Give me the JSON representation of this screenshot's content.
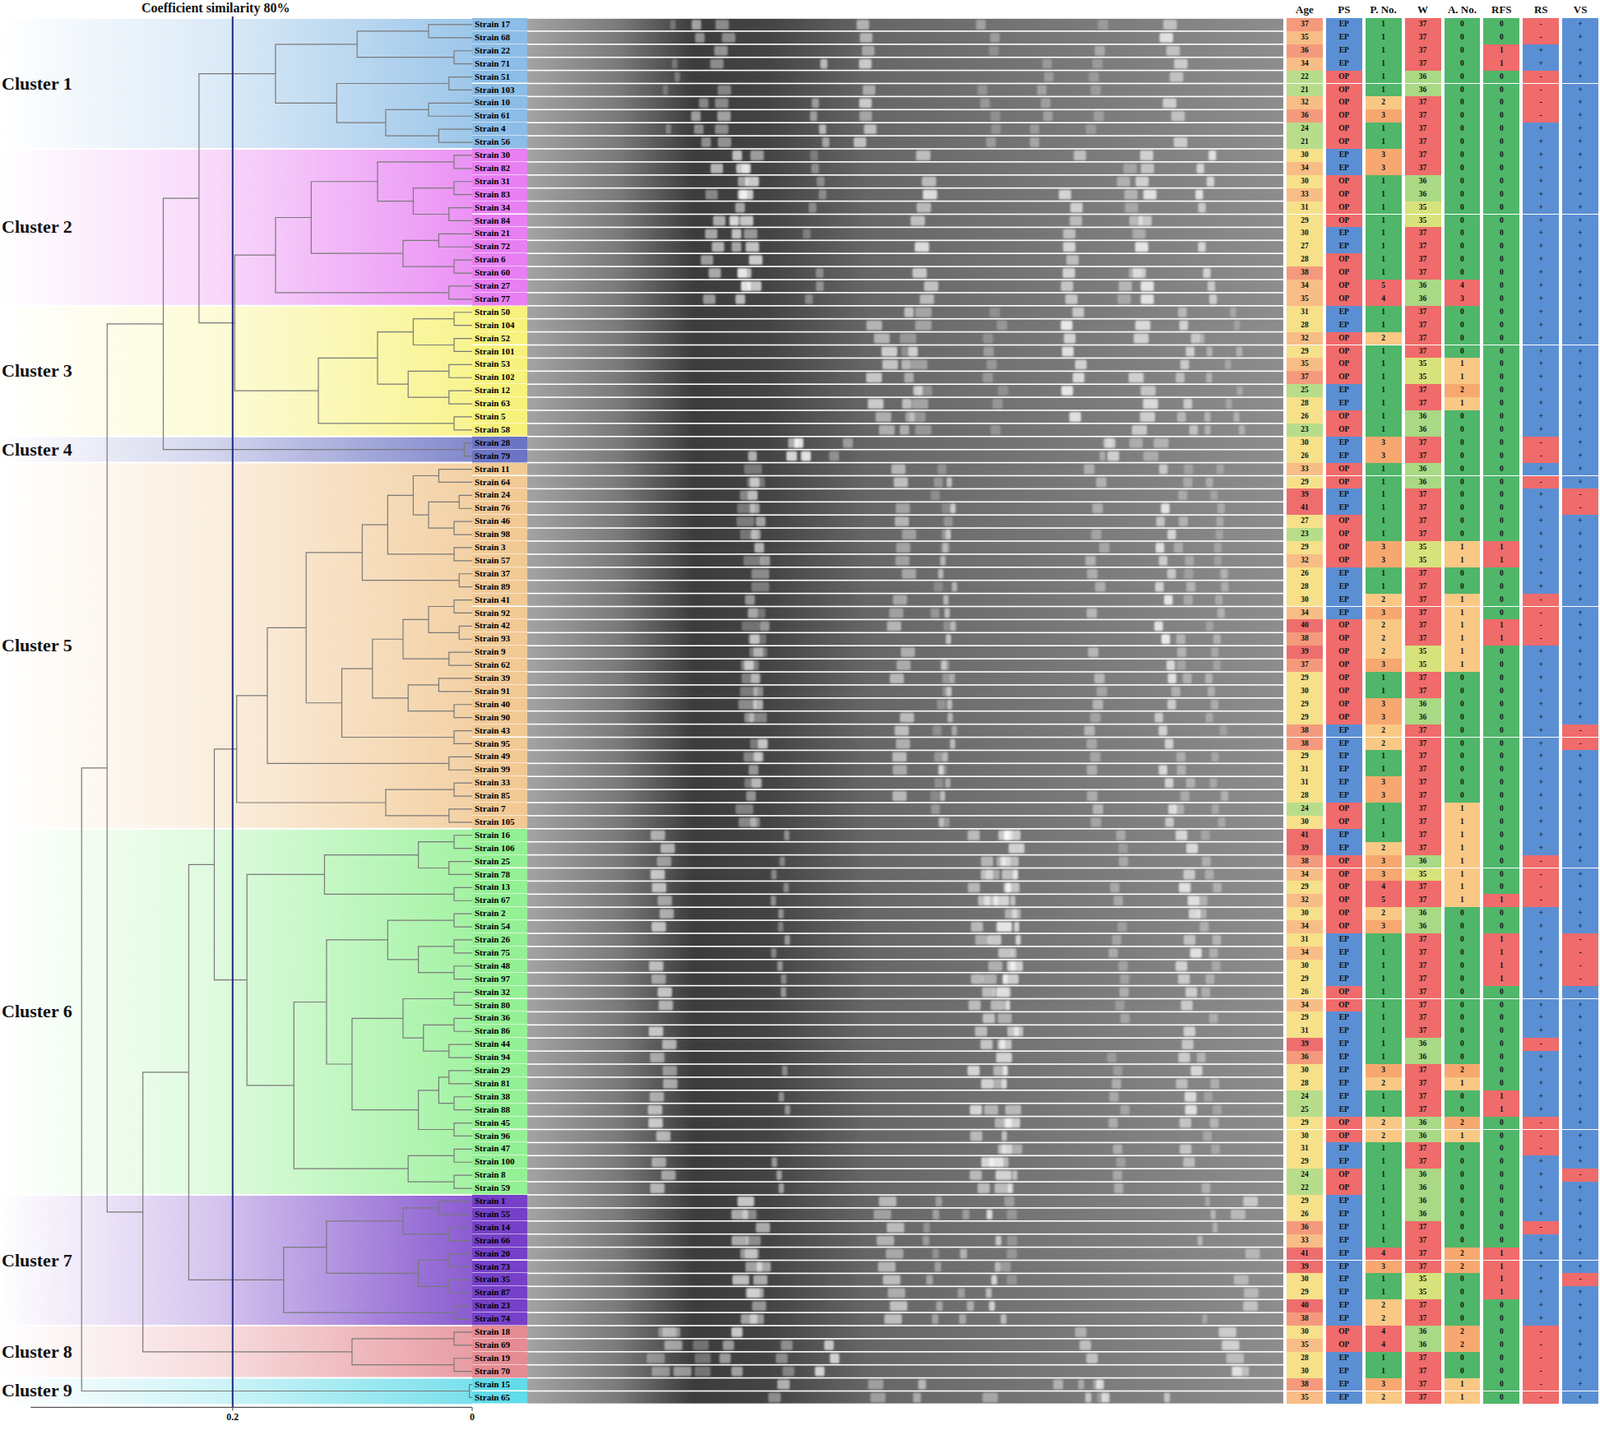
{
  "diagram": {
    "nodes": [
      {
        "text": [
          "Cluster 1"
        ]
      },
      {
        "text": [
          "Cluster 2"
        ]
      },
      {
        "text": [
          "Cluster 3"
        ]
      },
      {
        "text": [
          "Cluster 4"
        ]
      },
      {
        "text": [
          "Cluster 5"
        ]
      },
      {
        "text": [
          "Cluster 6"
        ]
      },
      {
        "text": [
          "Cluster 7"
        ]
      },
      {
        "text": [
          "Cluster 8"
        ]
      },
      {
        "text": [
          "Cluster 9"
        ]
      }
    ],
    "labels": [
      "Coefficient similarity 80%",
      "Age",
      "PS",
      "P. No.",
      "W",
      "A. No.",
      "RFS",
      "RS",
      "VS",
      "Strain 17",
      "37",
      "EP",
      "1",
      "37",
      "0",
      "0",
      "-",
      "+",
      "Strain 68",
      "35",
      "EP",
      "1",
      "37",
      "0",
      "0",
      "-",
      "+",
      "Strain 22",
      "36",
      "EP",
      "1",
      "37",
      "0",
      "1",
      "+",
      "+",
      "Strain 71",
      "34",
      "EP",
      "1",
      "37",
      "0",
      "1",
      "+",
      "+",
      "Strain 51",
      "22",
      "OP",
      "1",
      "36",
      "0",
      "0",
      "-",
      "+",
      "Strain 103",
      "21",
      "OP",
      "1",
      "36",
      "0",
      "0",
      "-",
      "+",
      "Strain 10",
      "32",
      "OP",
      "2",
      "37",
      "0",
      "0",
      "-",
      "+",
      "Strain 61",
      "36",
      "OP",
      "3",
      "37",
      "0",
      "0",
      "-",
      "+",
      "Strain 4",
      "24",
      "OP",
      "1",
      "37",
      "0",
      "0",
      "+",
      "+",
      "Strain 56",
      "21",
      "OP",
      "1",
      "37",
      "0",
      "0",
      "+",
      "+",
      "Strain 30",
      "30",
      "EP",
      "3",
      "37",
      "0",
      "0",
      "+",
      "+",
      "Strain 82",
      "34",
      "EP",
      "3",
      "37",
      "0",
      "0",
      "+",
      "+",
      "Strain 31",
      "30",
      "OP",
      "1",
      "36",
      "0",
      "0",
      "+",
      "+",
      "Strain 83",
      "33",
      "OP",
      "1",
      "36",
      "0",
      "0",
      "+",
      "+",
      "Strain 34",
      "31",
      "OP",
      "1",
      "35",
      "0",
      "0",
      "+",
      "+",
      "Strain 84",
      "29",
      "OP",
      "1",
      "35",
      "0",
      "0",
      "+",
      "+",
      "Strain 21",
      "30",
      "EP",
      "1",
      "37",
      "0",
      "0",
      "+",
      "+",
      "Strain 72",
      "27",
      "EP",
      "1",
      "37",
      "0",
      "0",
      "+",
      "+",
      "Strain 6",
      "28",
      "OP",
      "1",
      "37",
      "0",
      "0",
      "+",
      "+",
      "Strain 60",
      "38",
      "OP",
      "1",
      "37",
      "0",
      "0",
      "+",
      "+",
      "Strain 27",
      "34",
      "OP",
      "5",
      "36",
      "4",
      "0",
      "+",
      "+",
      "Strain 77",
      "35",
      "OP",
      "4",
      "36",
      "3",
      "0",
      "+",
      "+",
      "Strain 50",
      "31",
      "EP",
      "1",
      "37",
      "0",
      "0",
      "+",
      "+",
      "Strain 104",
      "28",
      "EP",
      "1",
      "37",
      "0",
      "0",
      "+",
      "+",
      "Strain 52",
      "32",
      "OP",
      "2",
      "37",
      "0",
      "0",
      "+",
      "+",
      "Strain 101",
      "29",
      "OP",
      "1",
      "37",
      "0",
      "0",
      "+",
      "+",
      "Strain 53",
      "35",
      "OP",
      "1",
      "35",
      "1",
      "0",
      "+",
      "+",
      "Strain 102",
      "37",
      "OP",
      "1",
      "35",
      "1",
      "0",
      "+",
      "+",
      "Strain 12",
      "25",
      "EP",
      "1",
      "37",
      "2",
      "0",
      "+",
      "+",
      "Strain 63",
      "28",
      "EP",
      "1",
      "37",
      "1",
      "0",
      "+",
      "+",
      "Strain 5",
      "26",
      "OP",
      "1",
      "36",
      "0",
      "0",
      "+",
      "+",
      "Strain 58",
      "23",
      "OP",
      "1",
      "36",
      "0",
      "0",
      "+",
      "+",
      "Strain 28",
      "30",
      "EP",
      "3",
      "37",
      "0",
      "0",
      "-",
      "+",
      "Strain 79",
      "26",
      "EP",
      "3",
      "37",
      "0",
      "0",
      "-",
      "+",
      "Strain 11",
      "33",
      "OP",
      "1",
      "36",
      "0",
      "0",
      "+",
      "+",
      "Strain 64",
      "29",
      "OP",
      "1",
      "36",
      "0",
      "0",
      "-",
      "+",
      "Strain 24",
      "39",
      "EP",
      "1",
      "37",
      "0",
      "0",
      "+",
      "-",
      "Strain 76",
      "41",
      "EP",
      "1",
      "37",
      "0",
      "0",
      "+",
      "-",
      "Strain 46",
      "27",
      "OP",
      "1",
      "37",
      "0",
      "0",
      "+",
      "+",
      "Strain 98",
      "23",
      "OP",
      "1",
      "37",
      "0",
      "0",
      "+",
      "+",
      "Strain 3",
      "29",
      "OP",
      "3",
      "35",
      "1",
      "1",
      "+",
      "+",
      "Strain 57",
      "32",
      "OP",
      "3",
      "35",
      "1",
      "1",
      "+",
      "+",
      "Strain 37",
      "26",
      "EP",
      "1",
      "37",
      "0",
      "0",
      "+",
      "+",
      "Strain 89",
      "28",
      "EP",
      "1",
      "37",
      "0",
      "0",
      "+",
      "+",
      "Strain 41",
      "30",
      "EP",
      "2",
      "37",
      "1",
      "0",
      "-",
      "+",
      "Strain 92",
      "34",
      "EP",
      "3",
      "37",
      "1",
      "0",
      "-",
      "+",
      "Strain 42",
      "40",
      "OP",
      "2",
      "37",
      "1",
      "1",
      "-",
      "+",
      "Strain 93",
      "38",
      "OP",
      "2",
      "37",
      "1",
      "1",
      "-",
      "+",
      "Strain 9",
      "39",
      "OP",
      "2",
      "35",
      "1",
      "0",
      "+",
      "+",
      "Strain 62",
      "37",
      "OP",
      "3",
      "35",
      "1",
      "0",
      "+",
      "+",
      "Strain 39",
      "29",
      "OP",
      "1",
      "37",
      "0",
      "0",
      "+",
      "+",
      "Strain 91",
      "30",
      "OP",
      "1",
      "37",
      "0",
      "0",
      "+",
      "+",
      "Strain 40",
      "29",
      "OP",
      "3",
      "36",
      "0",
      "0",
      "+",
      "+",
      "Strain 90",
      "29",
      "OP",
      "3",
      "36",
      "0",
      "0",
      "+",
      "+",
      "Strain 43",
      "38",
      "EP",
      "2",
      "37",
      "0",
      "0",
      "+",
      "-",
      "Strain 95",
      "38",
      "EP",
      "2",
      "37",
      "0",
      "0",
      "+",
      "-",
      "Strain 49",
      "29",
      "EP",
      "1",
      "37",
      "0",
      "0",
      "+",
      "+",
      "Strain 99",
      "31",
      "EP",
      "1",
      "37",
      "0",
      "0",
      "+",
      "+",
      "Strain 33",
      "31",
      "EP",
      "3",
      "37",
      "0",
      "0",
      "+",
      "+",
      "Strain 85",
      "28",
      "EP",
      "3",
      "37",
      "0",
      "0",
      "+",
      "+",
      "Strain 7",
      "24",
      "OP",
      "1",
      "37",
      "1",
      "0",
      "+",
      "+",
      "Strain 105",
      "30",
      "OP",
      "1",
      "37",
      "1",
      "0",
      "+",
      "+",
      "Strain 16",
      "41",
      "EP",
      "1",
      "37",
      "1",
      "0",
      "+",
      "+",
      "Strain 106",
      "39",
      "EP",
      "2",
      "37",
      "1",
      "0",
      "+",
      "+",
      "Strain 25",
      "38",
      "OP",
      "3",
      "36",
      "1",
      "0",
      "-",
      "+",
      "Strain 78",
      "34",
      "OP",
      "3",
      "35",
      "1",
      "0",
      "-",
      "+",
      "Strain 13",
      "29",
      "OP",
      "4",
      "37",
      "1",
      "0",
      "-",
      "+",
      "Strain 67",
      "32",
      "OP",
      "5",
      "37",
      "1",
      "1",
      "-",
      "+",
      "Strain 2",
      "30",
      "OP",
      "2",
      "36",
      "0",
      "0",
      "+",
      "+",
      "Strain 54",
      "34",
      "OP",
      "3",
      "36",
      "0",
      "0",
      "+",
      "+",
      "Strain 26",
      "31",
      "EP",
      "1",
      "37",
      "0",
      "1",
      "+",
      "-",
      "Strain 75",
      "34",
      "EP",
      "1",
      "37",
      "0",
      "1",
      "+",
      "-",
      "Strain 48",
      "30",
      "EP",
      "1",
      "37",
      "0",
      "1",
      "+",
      "-",
      "Strain 97",
      "29",
      "EP",
      "1",
      "37",
      "0",
      "1",
      "+",
      "-",
      "Strain 32",
      "26",
      "OP",
      "1",
      "37",
      "0",
      "0",
      "+",
      "+",
      "Strain 80",
      "34",
      "OP",
      "1",
      "37",
      "0",
      "0",
      "+",
      "+",
      "Strain 36",
      "29",
      "EP",
      "1",
      "37",
      "0",
      "0",
      "+",
      "+",
      "Strain 86",
      "31",
      "EP",
      "1",
      "37",
      "0",
      "0",
      "+",
      "+",
      "Strain 44",
      "39",
      "EP",
      "1",
      "36",
      "0",
      "0",
      "-",
      "+",
      "Strain 94",
      "36",
      "EP",
      "1",
      "36",
      "0",
      "0",
      "+",
      "+",
      "Strain 29",
      "30",
      "EP",
      "3",
      "37",
      "2",
      "0",
      "+",
      "+",
      "Strain 81",
      "28",
      "EP",
      "2",
      "37",
      "1",
      "0",
      "+",
      "+",
      "Strain 38",
      "24",
      "EP",
      "1",
      "37",
      "0",
      "1",
      "+",
      "+",
      "Strain 88",
      "25",
      "EP",
      "1",
      "37",
      "0",
      "1",
      "+",
      "+",
      "Strain 45",
      "29",
      "OP",
      "2",
      "36",
      "2",
      "0",
      "-",
      "+",
      "Strain 96",
      "30",
      "OP",
      "2",
      "36",
      "1",
      "0",
      "-",
      "+",
      "Strain 47",
      "31",
      "EP",
      "1",
      "37",
      "0",
      "0",
      "-",
      "+",
      "Strain 100",
      "29",
      "EP",
      "1",
      "37",
      "0",
      "0",
      "+",
      "+",
      "Strain 8",
      "24",
      "OP",
      "1",
      "36",
      "0",
      "0",
      "+",
      "-",
      "Strain 59",
      "22",
      "OP",
      "1",
      "36",
      "0",
      "0",
      "+",
      "+",
      "Strain 1",
      "29",
      "EP",
      "1",
      "36",
      "0",
      "0",
      "+",
      "+",
      "Strain 55",
      "26",
      "EP",
      "1",
      "36",
      "0",
      "0",
      "+",
      "+",
      "Strain 14",
      "36",
      "EP",
      "1",
      "37",
      "0",
      "0",
      "-",
      "+",
      "Strain 66",
      "33",
      "EP",
      "1",
      "37",
      "0",
      "0",
      "+",
      "+",
      "Strain 20",
      "41",
      "EP",
      "4",
      "37",
      "2",
      "1",
      "+",
      "+",
      "Strain 73",
      "39",
      "EP",
      "3",
      "37",
      "2",
      "1",
      "+",
      "+",
      "Strain 35",
      "30",
      "EP",
      "1",
      "35",
      "0",
      "1",
      "+",
      "-",
      "Strain 87",
      "29",
      "EP",
      "1",
      "35",
      "0",
      "1",
      "+",
      "+",
      "Strain 23",
      "40",
      "EP",
      "2",
      "37",
      "0",
      "0",
      "+",
      "+",
      "Strain 74",
      "38",
      "EP",
      "2",
      "37",
      "0",
      "0",
      "+",
      "+",
      "Strain 18",
      "30",
      "OP",
      "4",
      "36",
      "2",
      "0",
      "-",
      "+",
      "Strain 69",
      "35",
      "OP",
      "4",
      "36",
      "2",
      "0",
      "-",
      "+",
      "Strain 19",
      "28",
      "EP",
      "1",
      "37",
      "0",
      "0",
      "-",
      "+",
      "Strain 70",
      "30",
      "EP",
      "1",
      "37",
      "0",
      "0",
      "-",
      "+",
      "Strain 15",
      "38",
      "EP",
      "3",
      "37",
      "1",
      "0",
      "-",
      "+",
      "Strain 65",
      "35",
      "EP",
      "2",
      "37",
      "1",
      "0",
      "-",
      "+",
      "0.2",
      "0"
    ]
  }
}
